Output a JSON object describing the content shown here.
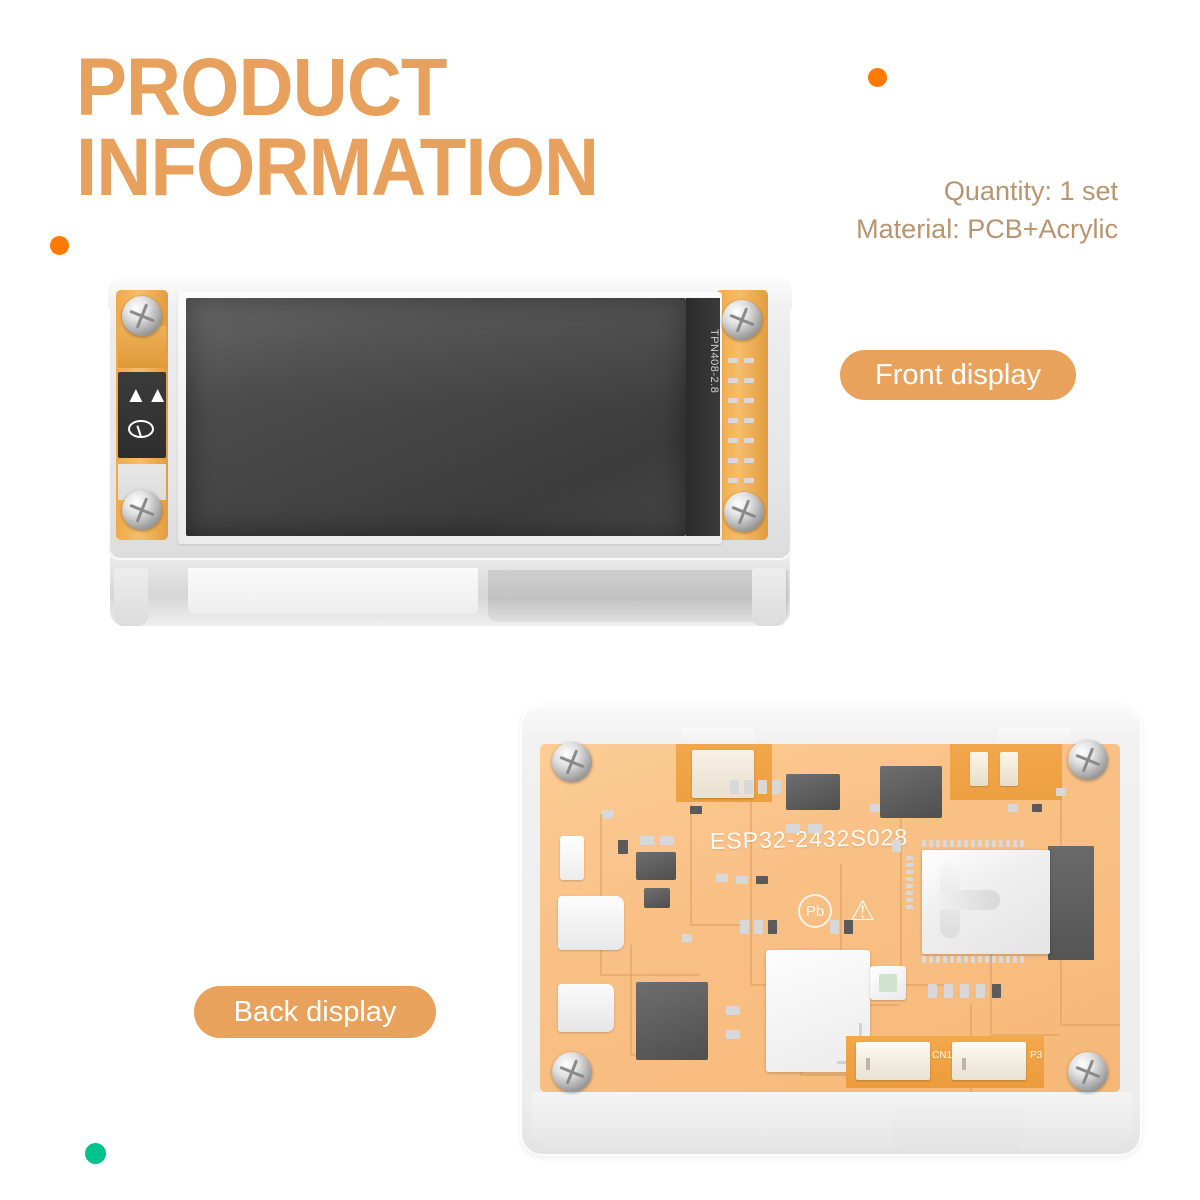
{
  "heading": {
    "line1": "PRODUCT",
    "line2": "INFORMATION",
    "full": "PRODUCT\nINFORMATION",
    "color": "#e8a15c"
  },
  "specs": {
    "quantity": "Quantity: 1 set",
    "material": "Material: PCB+Acrylic",
    "color": "#b8946f"
  },
  "labels": {
    "front": "Front display",
    "back": "Back display",
    "pill_bg": "#e8a25c",
    "pill_text_color": "#ffffff"
  },
  "decor": {
    "dot_orange": "#ff7a00",
    "dot_green": "#00c28c"
  },
  "front_photo": {
    "name": "front-display-photo",
    "screen_flex_text": "TPN408-2.8",
    "case_material": "clear acrylic",
    "pcb_color": "#f0a94a",
    "screen_color": "#444444",
    "screw_count": "4"
  },
  "back_photo": {
    "name": "back-display-photo",
    "board_silkscreen": "ESP32-2432S028",
    "pcb_color": "#f9c187",
    "rohs_mark": "Pb",
    "esd_mark": "⚠",
    "connector_cn1": "CN1",
    "connector_p3": "P3",
    "screw_count": "4"
  }
}
